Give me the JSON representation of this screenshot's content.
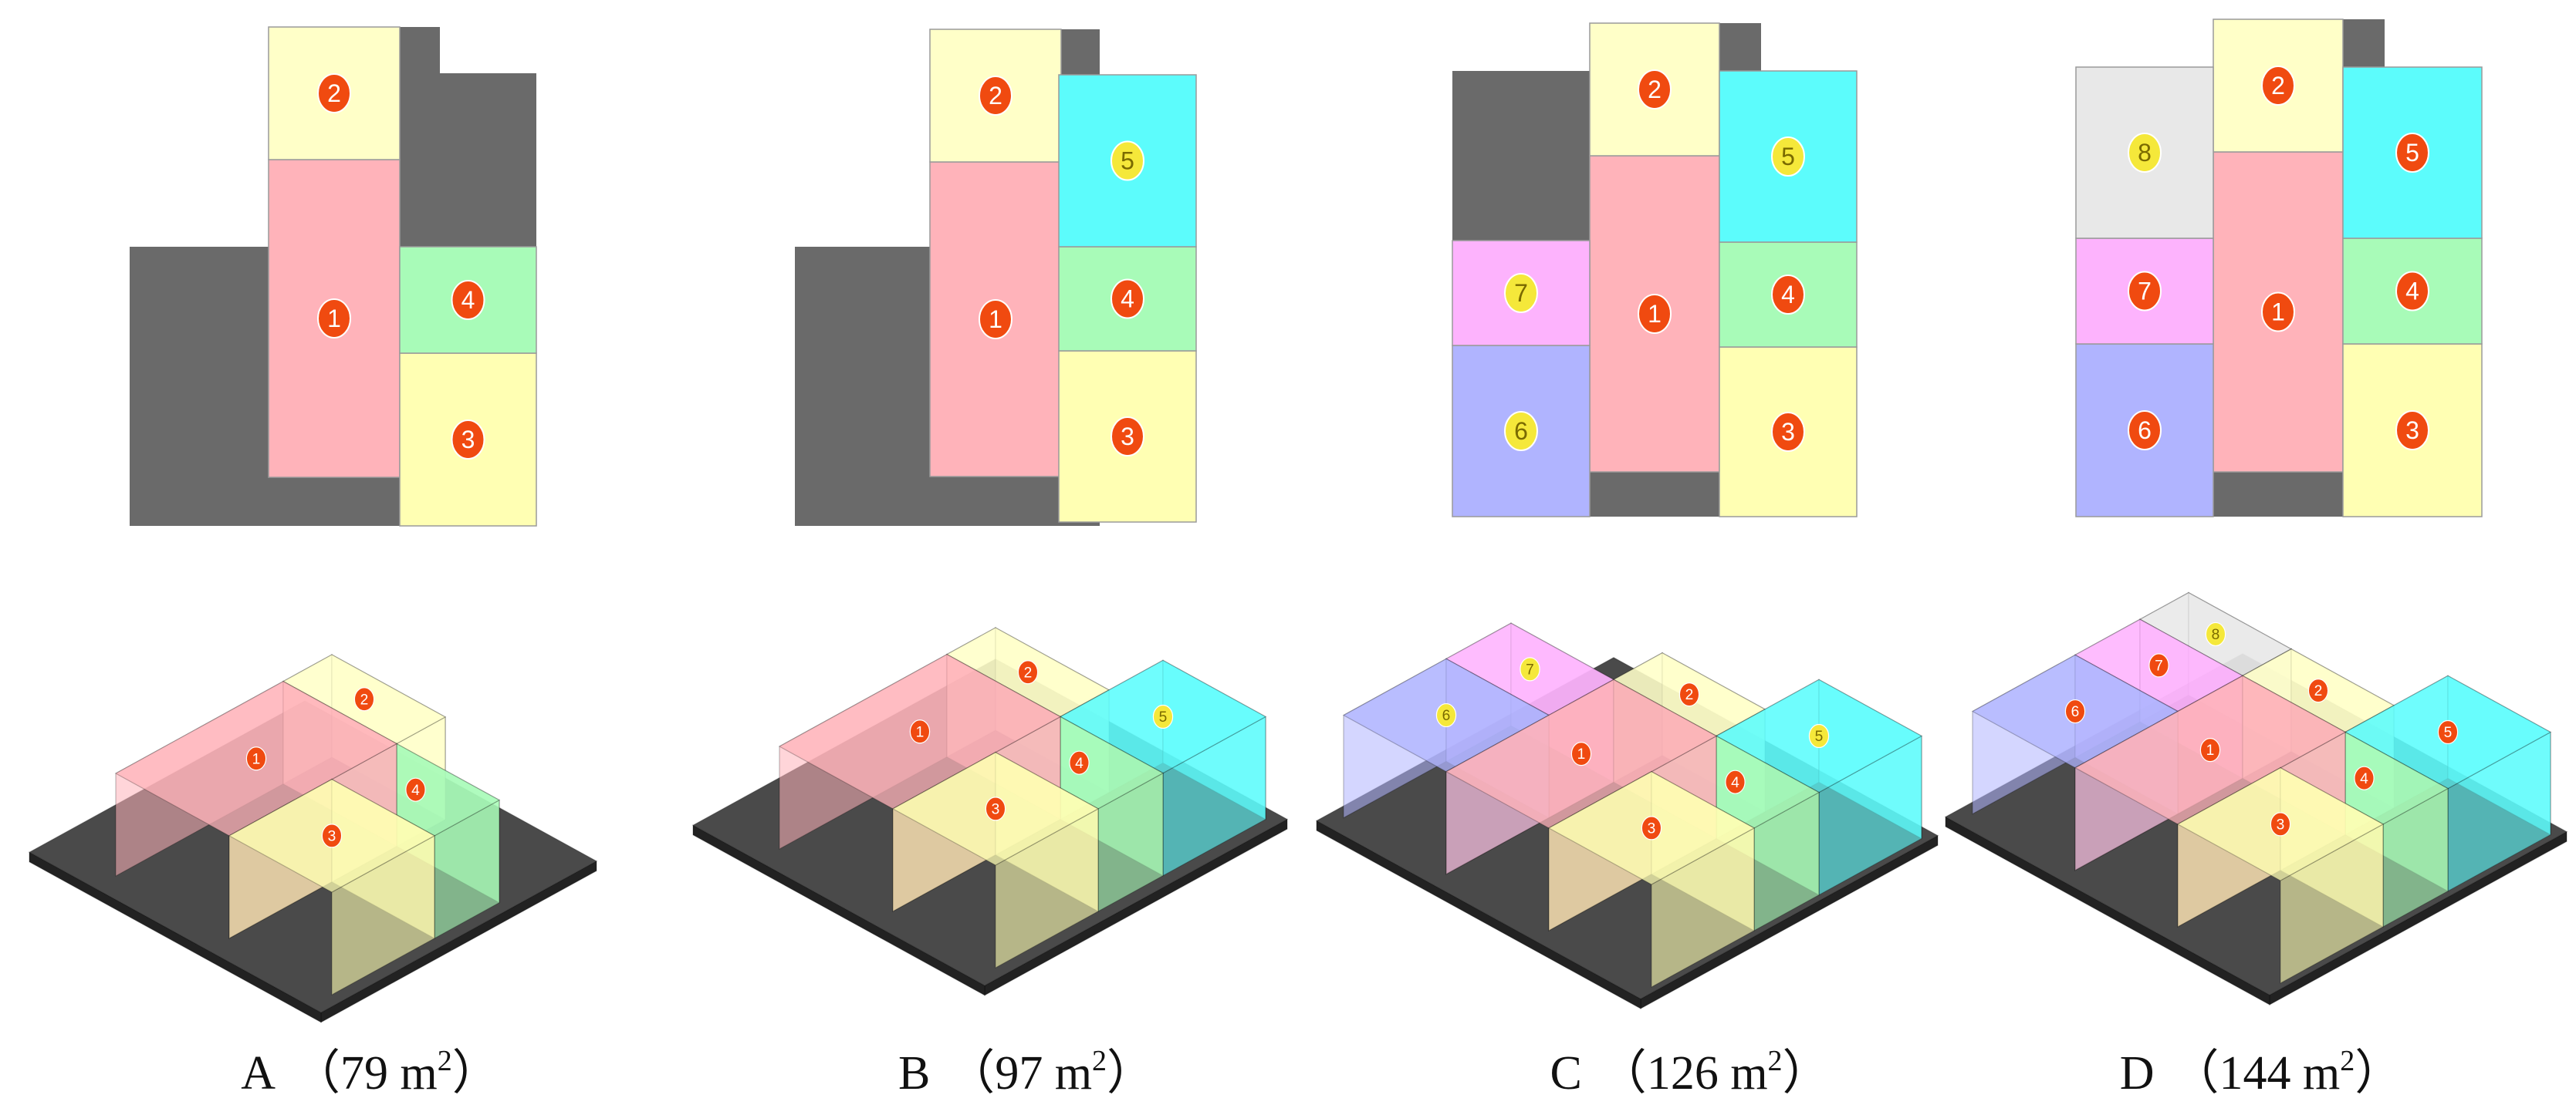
{
  "colors": {
    "site": "#6a6a6a",
    "site_3d_top": "#4a4a4a",
    "site_3d_side": "#222222",
    "badge_red": "#f04a10",
    "badge_yellow": "#f5e83a",
    "outline": "#9a9a9a"
  },
  "rooms": {
    "1": {
      "fill": "#ffb3ba",
      "badge": "red"
    },
    "2": {
      "fill": "#ffffc8",
      "badge": "red"
    },
    "3": {
      "fill": "#ffffb3",
      "badge": "red"
    },
    "4": {
      "fill": "#a8fbb8",
      "badge": "red"
    },
    "5": {
      "fill": "#5cfcfc",
      "badge": "yellow"
    },
    "6": {
      "fill": "#b0b4ff",
      "badge": "yellow"
    },
    "7": {
      "fill": "#fdb3fd",
      "badge": "yellow"
    },
    "8": {
      "fill": "#e8e8e8",
      "badge": "yellow"
    }
  },
  "room_badges_by_panel": {
    "A": [
      "1",
      "2",
      "3",
      "4"
    ],
    "B": [
      "1",
      "2",
      "3",
      "4",
      "5"
    ],
    "C": [
      "1",
      "2",
      "3",
      "4",
      "5",
      "6",
      "7"
    ],
    "D": [
      "1",
      "2",
      "3",
      "4",
      "5",
      "6",
      "7",
      "8"
    ]
  },
  "room_badge_colors_override": {
    "D": {
      "5": "red",
      "6": "red",
      "7": "red"
    }
  },
  "panels": [
    {
      "letter": "A",
      "open_paren": "（",
      "area": "79",
      "unit": "m",
      "sup": "2",
      "close_paren": "）"
    },
    {
      "letter": "B",
      "open_paren": "（",
      "area": "97",
      "unit": "m",
      "sup": "2",
      "close_paren": "）"
    },
    {
      "letter": "C",
      "open_paren": "（",
      "area": "126",
      "unit": "m",
      "sup": "2",
      "close_paren": "）"
    },
    {
      "letter": "D",
      "open_paren": "（",
      "area": "144",
      "unit": "m",
      "sup": "2",
      "close_paren": "）"
    }
  ]
}
